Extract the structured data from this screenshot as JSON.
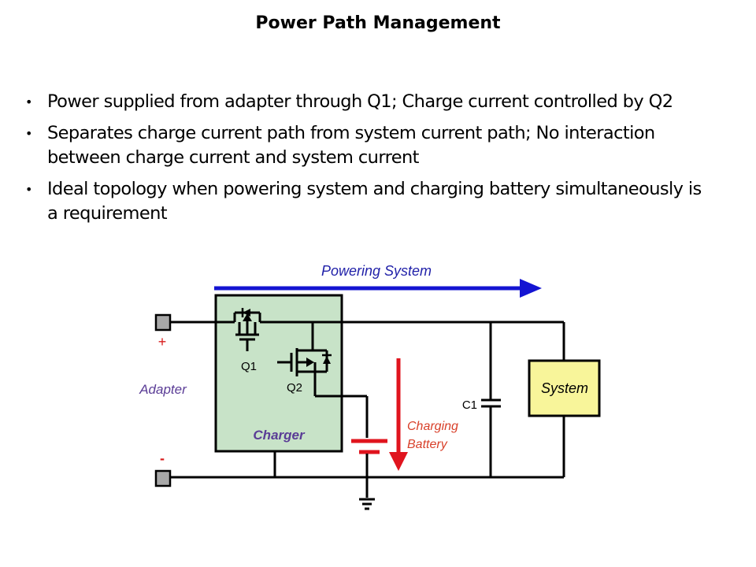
{
  "slide": {
    "title": "Power Path Management",
    "bullets": [
      "Power supplied from adapter through Q1; Charge current controlled by Q2",
      "Separates charge current path from system current path; No interaction between charge current and system current",
      "Ideal topology when powering system and charging battery simultaneously is a requirement"
    ],
    "bullet_glyph": "•"
  },
  "diagram": {
    "powering_label": "Powering System",
    "charging_label_line1": "Charging",
    "charging_label_line2": "Battery",
    "adapter_label": "Adapter",
    "plus_label": "+",
    "minus_label": "-",
    "charger_label": "Charger",
    "q1_label": "Q1",
    "q2_label": "Q2",
    "c1_label": "C1",
    "system_label": "System",
    "colors": {
      "powering_arrow": "#1414d2",
      "powering_text": "#1f1fa8",
      "charging_arrow": "#e0141e",
      "charging_text": "#d8402a",
      "battery": "#e0141e",
      "charger_fill": "#c8e3c8",
      "system_fill": "#f8f59a",
      "adapter_text": "#5a3c96",
      "charger_text": "#5a3c96",
      "terminal_fill": "#a8a8a8",
      "wire": "#000000",
      "plus_minus": "#d81c1c"
    }
  }
}
